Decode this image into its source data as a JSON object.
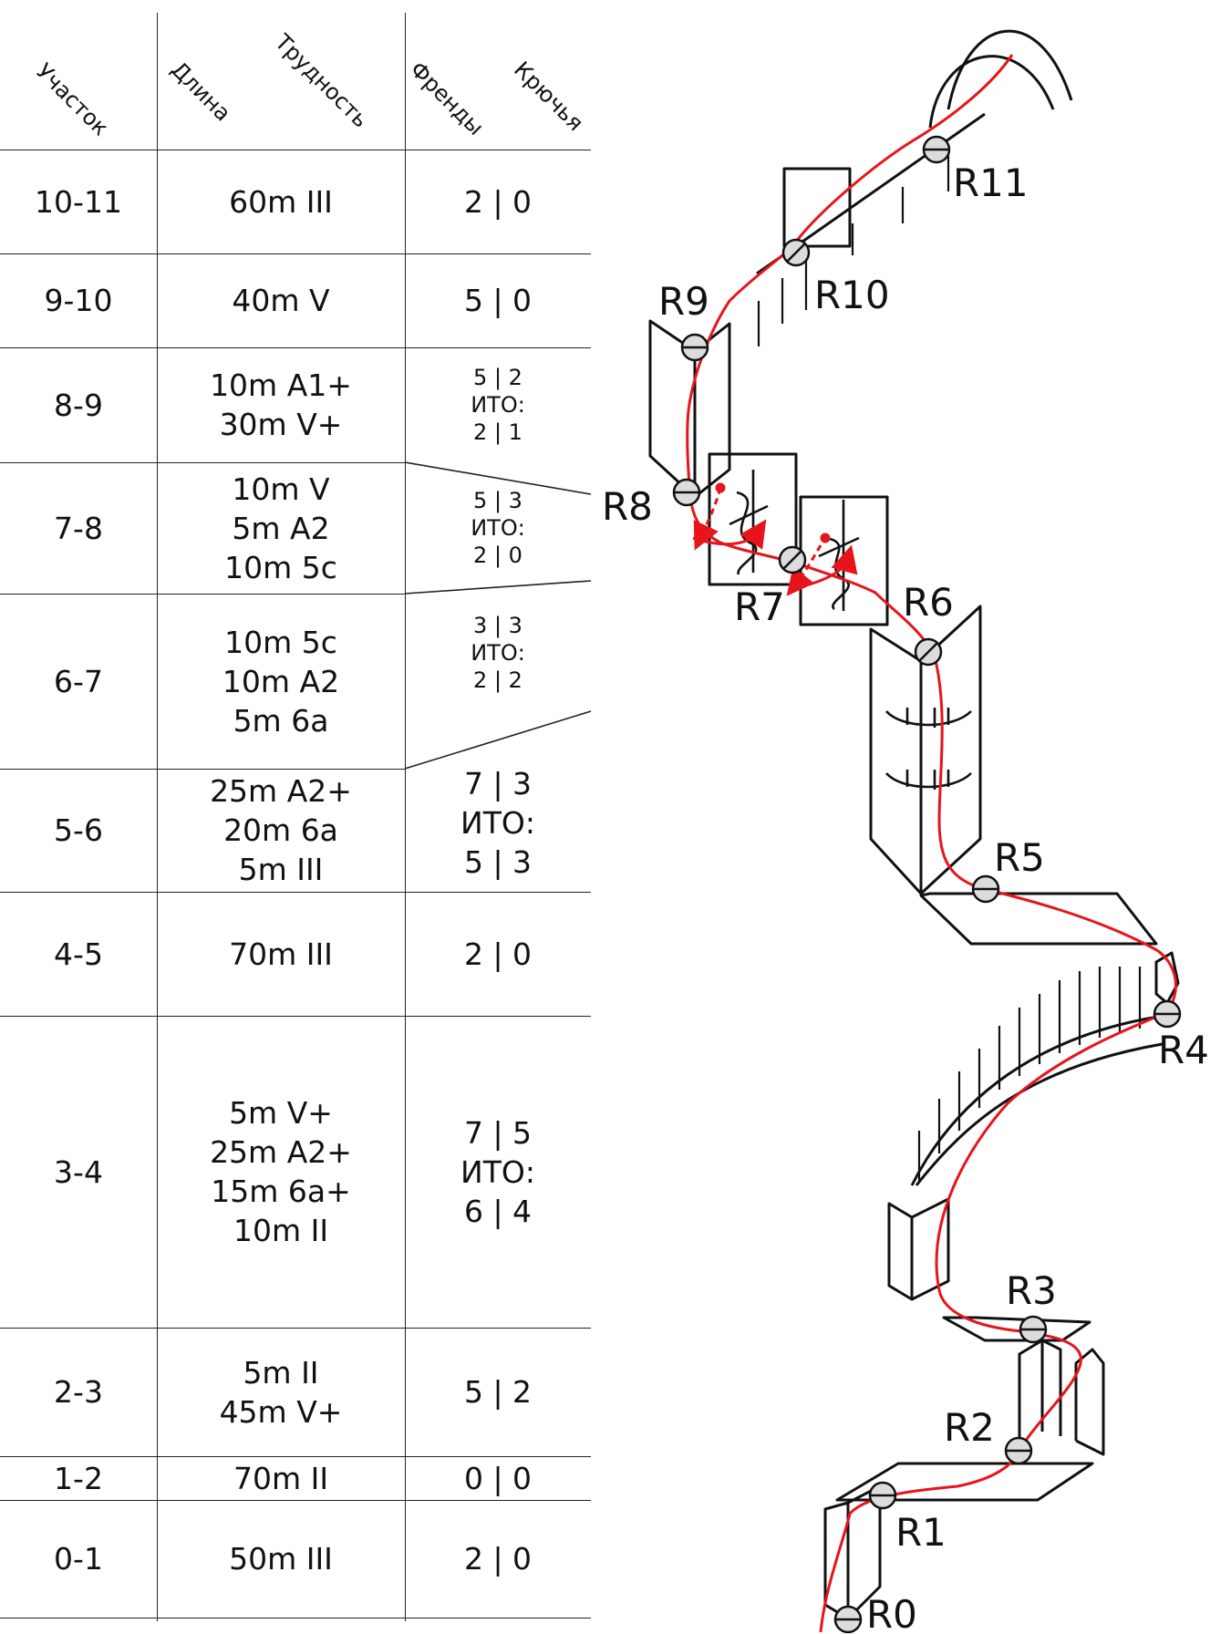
{
  "headers": {
    "section": "Участок",
    "length": "Длина",
    "difficulty": "Трудность",
    "friends": "Френды",
    "pitons": "Крючья"
  },
  "rows": [
    {
      "section": "10-11",
      "lines": [
        "60m III"
      ],
      "gear": [
        "2 | 0"
      ],
      "gear_small": false
    },
    {
      "section": "9-10",
      "lines": [
        "40m V"
      ],
      "gear": [
        "5 | 0"
      ],
      "gear_small": false
    },
    {
      "section": "8-9",
      "lines": [
        "10m A1+",
        "30m V+"
      ],
      "gear": [
        "5 | 2",
        "ИТО:",
        "2 | 1"
      ],
      "gear_small": true
    },
    {
      "section": "7-8",
      "lines": [
        "10m V",
        "5m A2",
        "10m 5c"
      ],
      "gear": [
        "5 | 3",
        "ИТО:",
        "2 | 0"
      ],
      "gear_small": true
    },
    {
      "section": "6-7",
      "lines": [
        "10m 5c",
        "10m A2",
        "5m 6a"
      ],
      "gear": [
        "3 | 3",
        "ИТО:",
        "2 | 2"
      ],
      "gear_small": true
    },
    {
      "section": "5-6",
      "lines": [
        "25m A2+",
        "20m 6a",
        "5m III"
      ],
      "gear": [
        "7 | 3",
        "ИТО:",
        "5 | 3"
      ],
      "gear_small": false
    },
    {
      "section": "4-5",
      "lines": [
        "70m III"
      ],
      "gear": [
        "2 | 0"
      ],
      "gear_small": false
    },
    {
      "section": "3-4",
      "lines": [
        "5m V+",
        "25m A2+",
        "15m 6a+",
        "10m II"
      ],
      "gear": [
        "7 | 5",
        "ИТО:",
        "6 | 4"
      ],
      "gear_small": false
    },
    {
      "section": "2-3",
      "lines": [
        "5m II",
        "45m V+"
      ],
      "gear": [
        "5 | 2"
      ],
      "gear_small": false
    },
    {
      "section": "1-2",
      "lines": [
        "70m II"
      ],
      "gear": [
        "0 | 0"
      ],
      "gear_small": false
    },
    {
      "section": "0-1",
      "lines": [
        "50m III"
      ],
      "gear": [
        "2 | 0"
      ],
      "gear_small": false
    }
  ],
  "stations": [
    "R0",
    "R1",
    "R2",
    "R3",
    "R4",
    "R5",
    "R6",
    "R7",
    "R8",
    "R9",
    "R10",
    "R11"
  ],
  "colors": {
    "route": "#e8141c",
    "ink": "#111111",
    "station_fill": "#dcdcdc"
  }
}
